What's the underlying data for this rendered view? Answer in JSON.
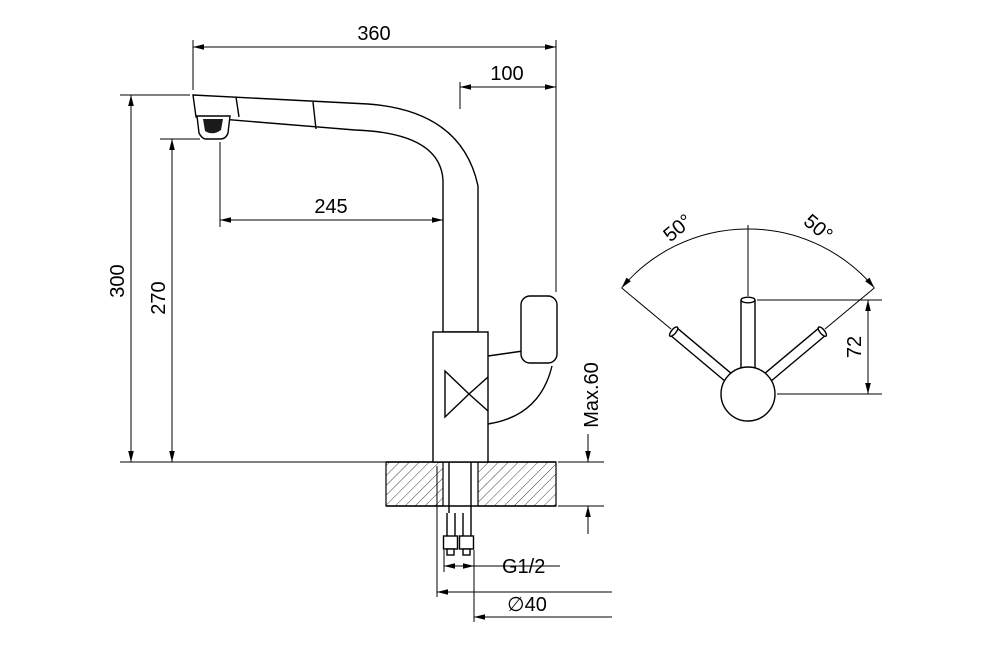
{
  "drawing": {
    "background": "#ffffff",
    "line_color": "#000000",
    "side_view": {
      "dim_width_overall": "360",
      "dim_handle_to_axis": "100",
      "dim_spout_reach": "245",
      "dim_height_to_spout_top": "300",
      "dim_height_to_outlet": "270",
      "dim_max_deck_thickness": "Max.60",
      "dim_connection_thread": "G1/2",
      "dim_base_diameter": "∅40"
    },
    "top_view": {
      "dim_swivel_left": "50°",
      "dim_swivel_right": "50°",
      "dim_handle_offset": "72"
    }
  }
}
